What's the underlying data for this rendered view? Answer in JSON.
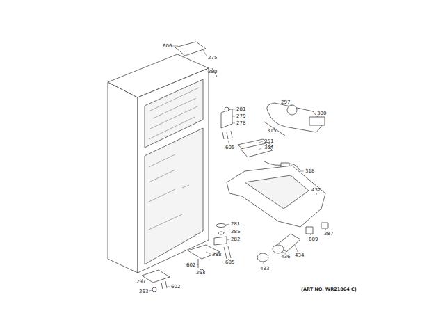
{
  "diagram": {
    "labels": [
      "606",
      "275",
      "280",
      "281",
      "279",
      "278",
      "605",
      "297",
      "300",
      "315",
      "251",
      "304",
      "318",
      "432",
      "281",
      "285",
      "282",
      "288",
      "605",
      "602",
      "263",
      "609",
      "287",
      "436",
      "434",
      "433",
      "297",
      "263",
      "602",
      "(ART NO. WR21064 C)"
    ]
  }
}
